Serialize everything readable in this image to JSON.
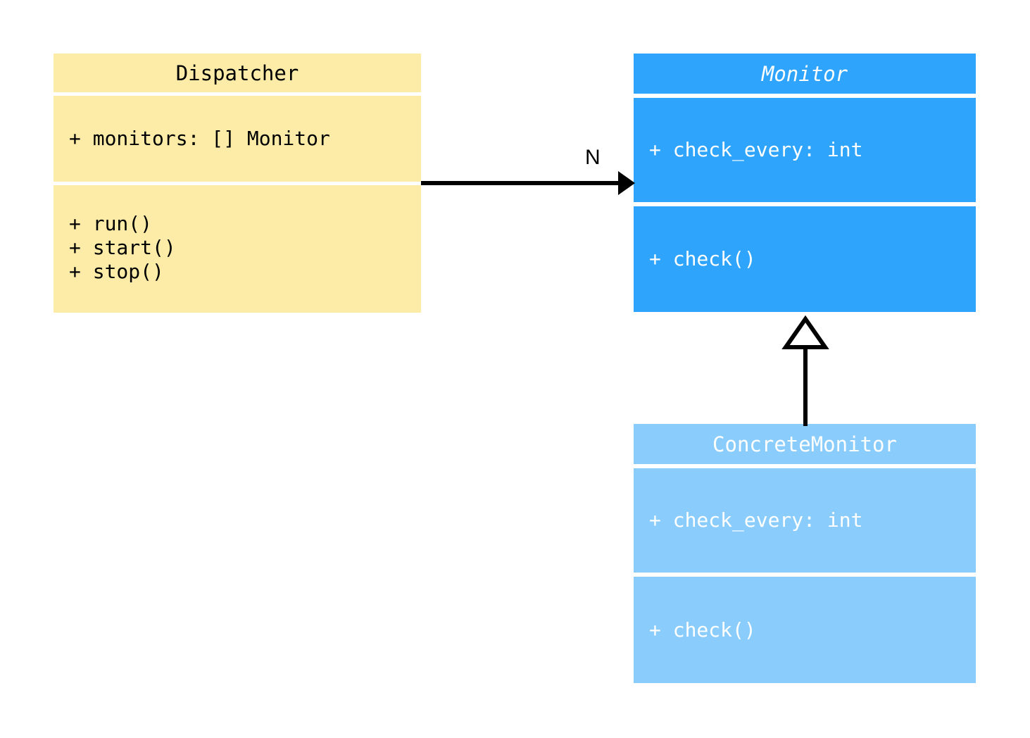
{
  "diagram": {
    "type": "uml-class-diagram",
    "background": "#ffffff",
    "colors": {
      "dispatcher_fill": "#fceca8",
      "monitor_fill": "#2fa4fc",
      "concrete_monitor_fill": "#8acdfc",
      "line": "#000000",
      "dispatcher_text": "#000000",
      "monitor_text": "#ffffff"
    }
  },
  "classes": {
    "dispatcher": {
      "name": "Dispatcher",
      "abstract": false,
      "attributes": [
        "+ monitors: [] Monitor"
      ],
      "methods": [
        "+ run()",
        "+ start()",
        "+ stop()"
      ]
    },
    "monitor": {
      "name": "Monitor",
      "abstract": true,
      "attributes": [
        "+ check_every: int"
      ],
      "methods": [
        "+ check()"
      ]
    },
    "concrete_monitor": {
      "name": "ConcreteMonitor",
      "abstract": false,
      "attributes": [
        "+ check_every: int"
      ],
      "methods": [
        "+ check()"
      ]
    }
  },
  "relationships": {
    "association": {
      "from": "Dispatcher",
      "to": "Monitor",
      "multiplicity_label": "N",
      "kind": "directed-association"
    },
    "generalization": {
      "from": "ConcreteMonitor",
      "to": "Monitor",
      "kind": "inheritance"
    }
  }
}
